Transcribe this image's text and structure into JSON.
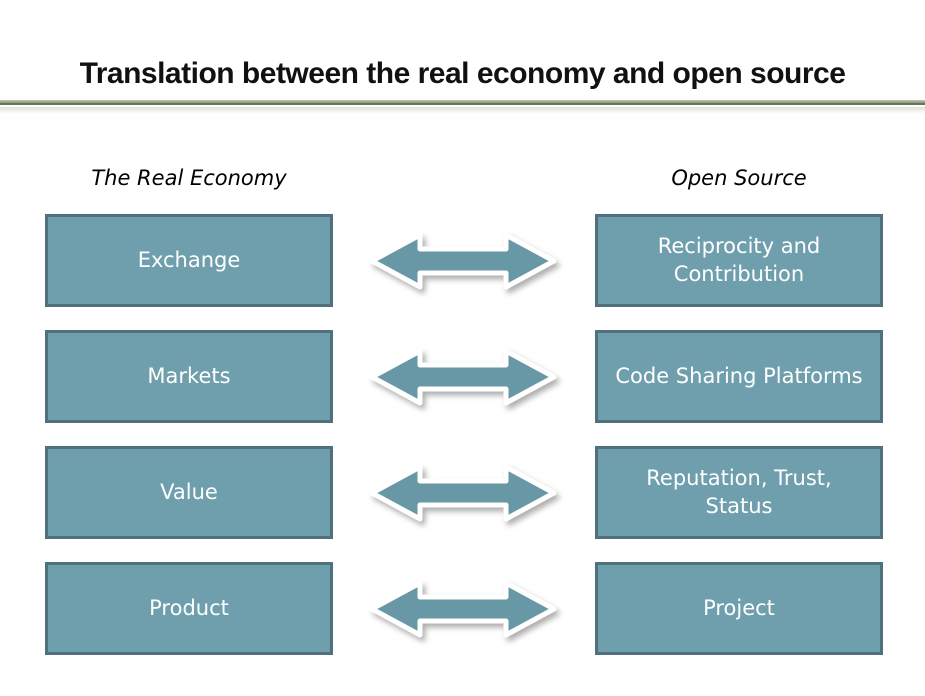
{
  "slide": {
    "title": "Translation between the real economy and open source",
    "columns": {
      "left": "The Real Economy",
      "right": "Open Source"
    },
    "rows": [
      {
        "left": "Exchange",
        "right": "Reciprocity and Contribution"
      },
      {
        "left": "Markets",
        "right": "Code Sharing Platforms"
      },
      {
        "left": "Value",
        "right": "Reputation, Trust, Status"
      },
      {
        "left": "Product",
        "right": "Project"
      }
    ],
    "icons": {
      "arrow": "double-arrow-icon"
    },
    "colors": {
      "box_fill": "#6f9fad",
      "box_border": "#4f707d",
      "box_text": "#ffffff",
      "arrow_fill": "#6897a6",
      "arrow_outline": "#ffffff",
      "divider_light": "#bcc4ae",
      "divider_sage": "#8a997a",
      "divider_edge": "#67755a",
      "title_text": "#111111",
      "background": "#ffffff"
    }
  }
}
